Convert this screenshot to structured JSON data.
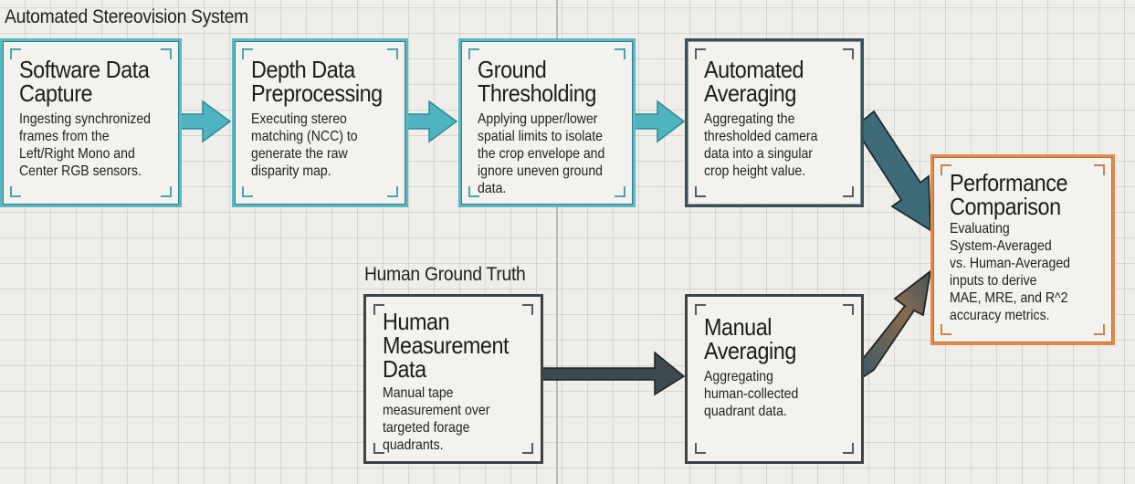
{
  "sections": {
    "automated": "Automated Stereovision System",
    "human": "Human Ground Truth"
  },
  "nodes": {
    "software_capture": {
      "title": "Software Data\nCapture",
      "description": "Ingesting synchronized\nframes from the\nLeft/Right Mono and\nCenter RGB sensors."
    },
    "depth_preprocessing": {
      "title": "Depth Data\nPreprocessing",
      "description": "Executing stereo\nmatching (NCC) to\ngenerate the raw\ndisparity map."
    },
    "ground_thresholding": {
      "title": "Ground\nThresholding",
      "description": "Applying upper/lower\nspatial limits to isolate\nthe crop envelope and\nignore uneven ground\ndata."
    },
    "automated_averaging": {
      "title": "Automated\nAveraging",
      "description": "Aggregating the\nthresholded camera\ndata into a singular\ncrop height value."
    },
    "performance_comparison": {
      "title": "Performance\nComparison",
      "description": "Evaluating\nSystem-Averaged\nvs. Human-Averaged\ninputs to derive\nMAE, MRE, and R^2\naccuracy metrics."
    },
    "human_measurement": {
      "title": "Human\nMeasurement\nData",
      "description": "Manual tape\nmeasurement over\ntargeted forage\nquadrants."
    },
    "manual_averaging": {
      "title": "Manual\nAveraging",
      "description": "Aggregating\nhuman-collected\nquadrant data."
    }
  },
  "edges": [
    {
      "from": "software_capture",
      "to": "depth_preprocessing"
    },
    {
      "from": "depth_preprocessing",
      "to": "ground_thresholding"
    },
    {
      "from": "ground_thresholding",
      "to": "automated_averaging"
    },
    {
      "from": "automated_averaging",
      "to": "performance_comparison"
    },
    {
      "from": "human_measurement",
      "to": "manual_averaging"
    },
    {
      "from": "manual_averaging",
      "to": "performance_comparison"
    }
  ],
  "colors": {
    "background": "#efeeea",
    "grid": "#c8c8c2",
    "teal": "#5ab8c2",
    "slate": "#3b4f58",
    "dark": "#3c4245",
    "orange": "#e08b4a",
    "arrow_teal": "#4fb4c0",
    "arrow_slate": "#3d6b78",
    "arrow_dark": "#3c4a50"
  }
}
